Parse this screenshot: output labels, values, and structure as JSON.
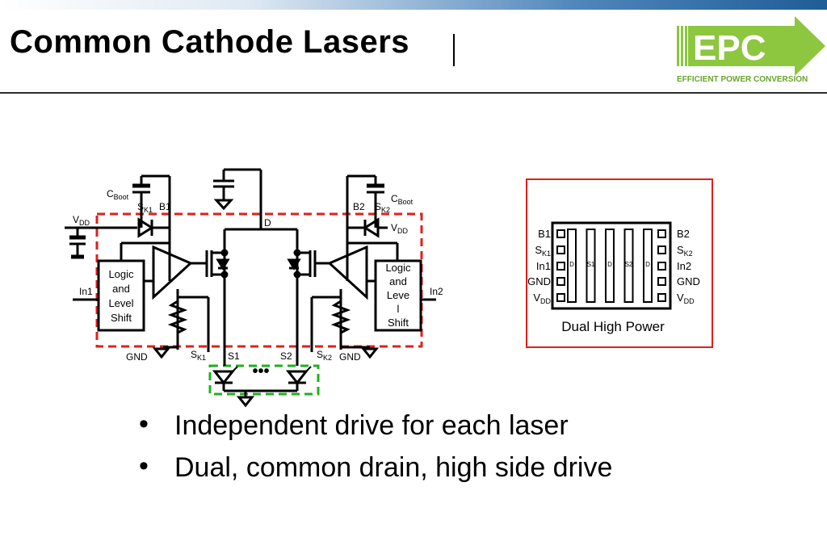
{
  "slide": {
    "title": "Common Cathode Lasers"
  },
  "logo": {
    "mark": "EPC",
    "tagline": "EFFICIENT POWER CONVERSION",
    "color": "#8dc63f"
  },
  "circuit": {
    "left": {
      "cboot": "C",
      "cboot_sub": "Boot",
      "sk1": "S",
      "sk1_sub": "K1",
      "b1": "B1",
      "vdd": "V",
      "vdd_sub": "DD",
      "in1": "In1",
      "logic_lines": [
        "Logic",
        "and",
        "Level",
        "Shift"
      ],
      "gnd": "GND",
      "sk1_bottom": "S",
      "sk1_bottom_sub": "K1",
      "s1": "S1"
    },
    "center": {
      "d": "D",
      "dots": "•••"
    },
    "right": {
      "cboot": "C",
      "cboot_sub": "Boot",
      "b2": "B2",
      "sk2": "S",
      "sk2_sub": "K2",
      "vdd": "V",
      "vdd_sub": "DD",
      "in2": "In2",
      "logic_lines": [
        "Logic",
        "and",
        "Leve",
        "l",
        "Shift"
      ],
      "gnd": "GND",
      "sk2_bottom": "S",
      "sk2_bottom_sub": "K2",
      "s2": "S2"
    },
    "colors": {
      "boundary": "#e0201b",
      "laser_group": "#1fb01f"
    }
  },
  "package": {
    "caption": "Dual High Power",
    "left_pins": [
      {
        "label": "B1",
        "sub": ""
      },
      {
        "label": "S",
        "sub": "K1"
      },
      {
        "label": "In1",
        "sub": ""
      },
      {
        "label": "GND",
        "sub": ""
      },
      {
        "label": "V",
        "sub": "DD"
      }
    ],
    "right_pins": [
      {
        "label": "B2",
        "sub": ""
      },
      {
        "label": "S",
        "sub": "K2"
      },
      {
        "label": "In2",
        "sub": ""
      },
      {
        "label": "GND",
        "sub": ""
      },
      {
        "label": "V",
        "sub": "DD"
      }
    ],
    "bars": [
      "D",
      "S1",
      "D",
      "S2",
      "D"
    ],
    "border_color": "#e0201b"
  },
  "bullets": [
    {
      "symbol": "•",
      "text": "Independent drive for each laser"
    },
    {
      "symbol": "•",
      "text": "Dual, common drain, high side drive"
    }
  ]
}
